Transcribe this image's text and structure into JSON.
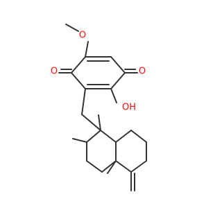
{
  "diagram": {
    "type": "chemical-structure",
    "colors": {
      "bond": "#333333",
      "oxygen": "#ff0d0d"
    },
    "atoms": [
      {
        "id": "o_methoxy",
        "label": "O",
        "element": "O"
      },
      {
        "id": "o_carbonyl_left",
        "label": "O",
        "element": "O"
      },
      {
        "id": "o_carbonyl_right",
        "label": "O",
        "element": "O"
      },
      {
        "id": "oh_hydroxyl",
        "label": "OH",
        "element": "O"
      }
    ]
  }
}
